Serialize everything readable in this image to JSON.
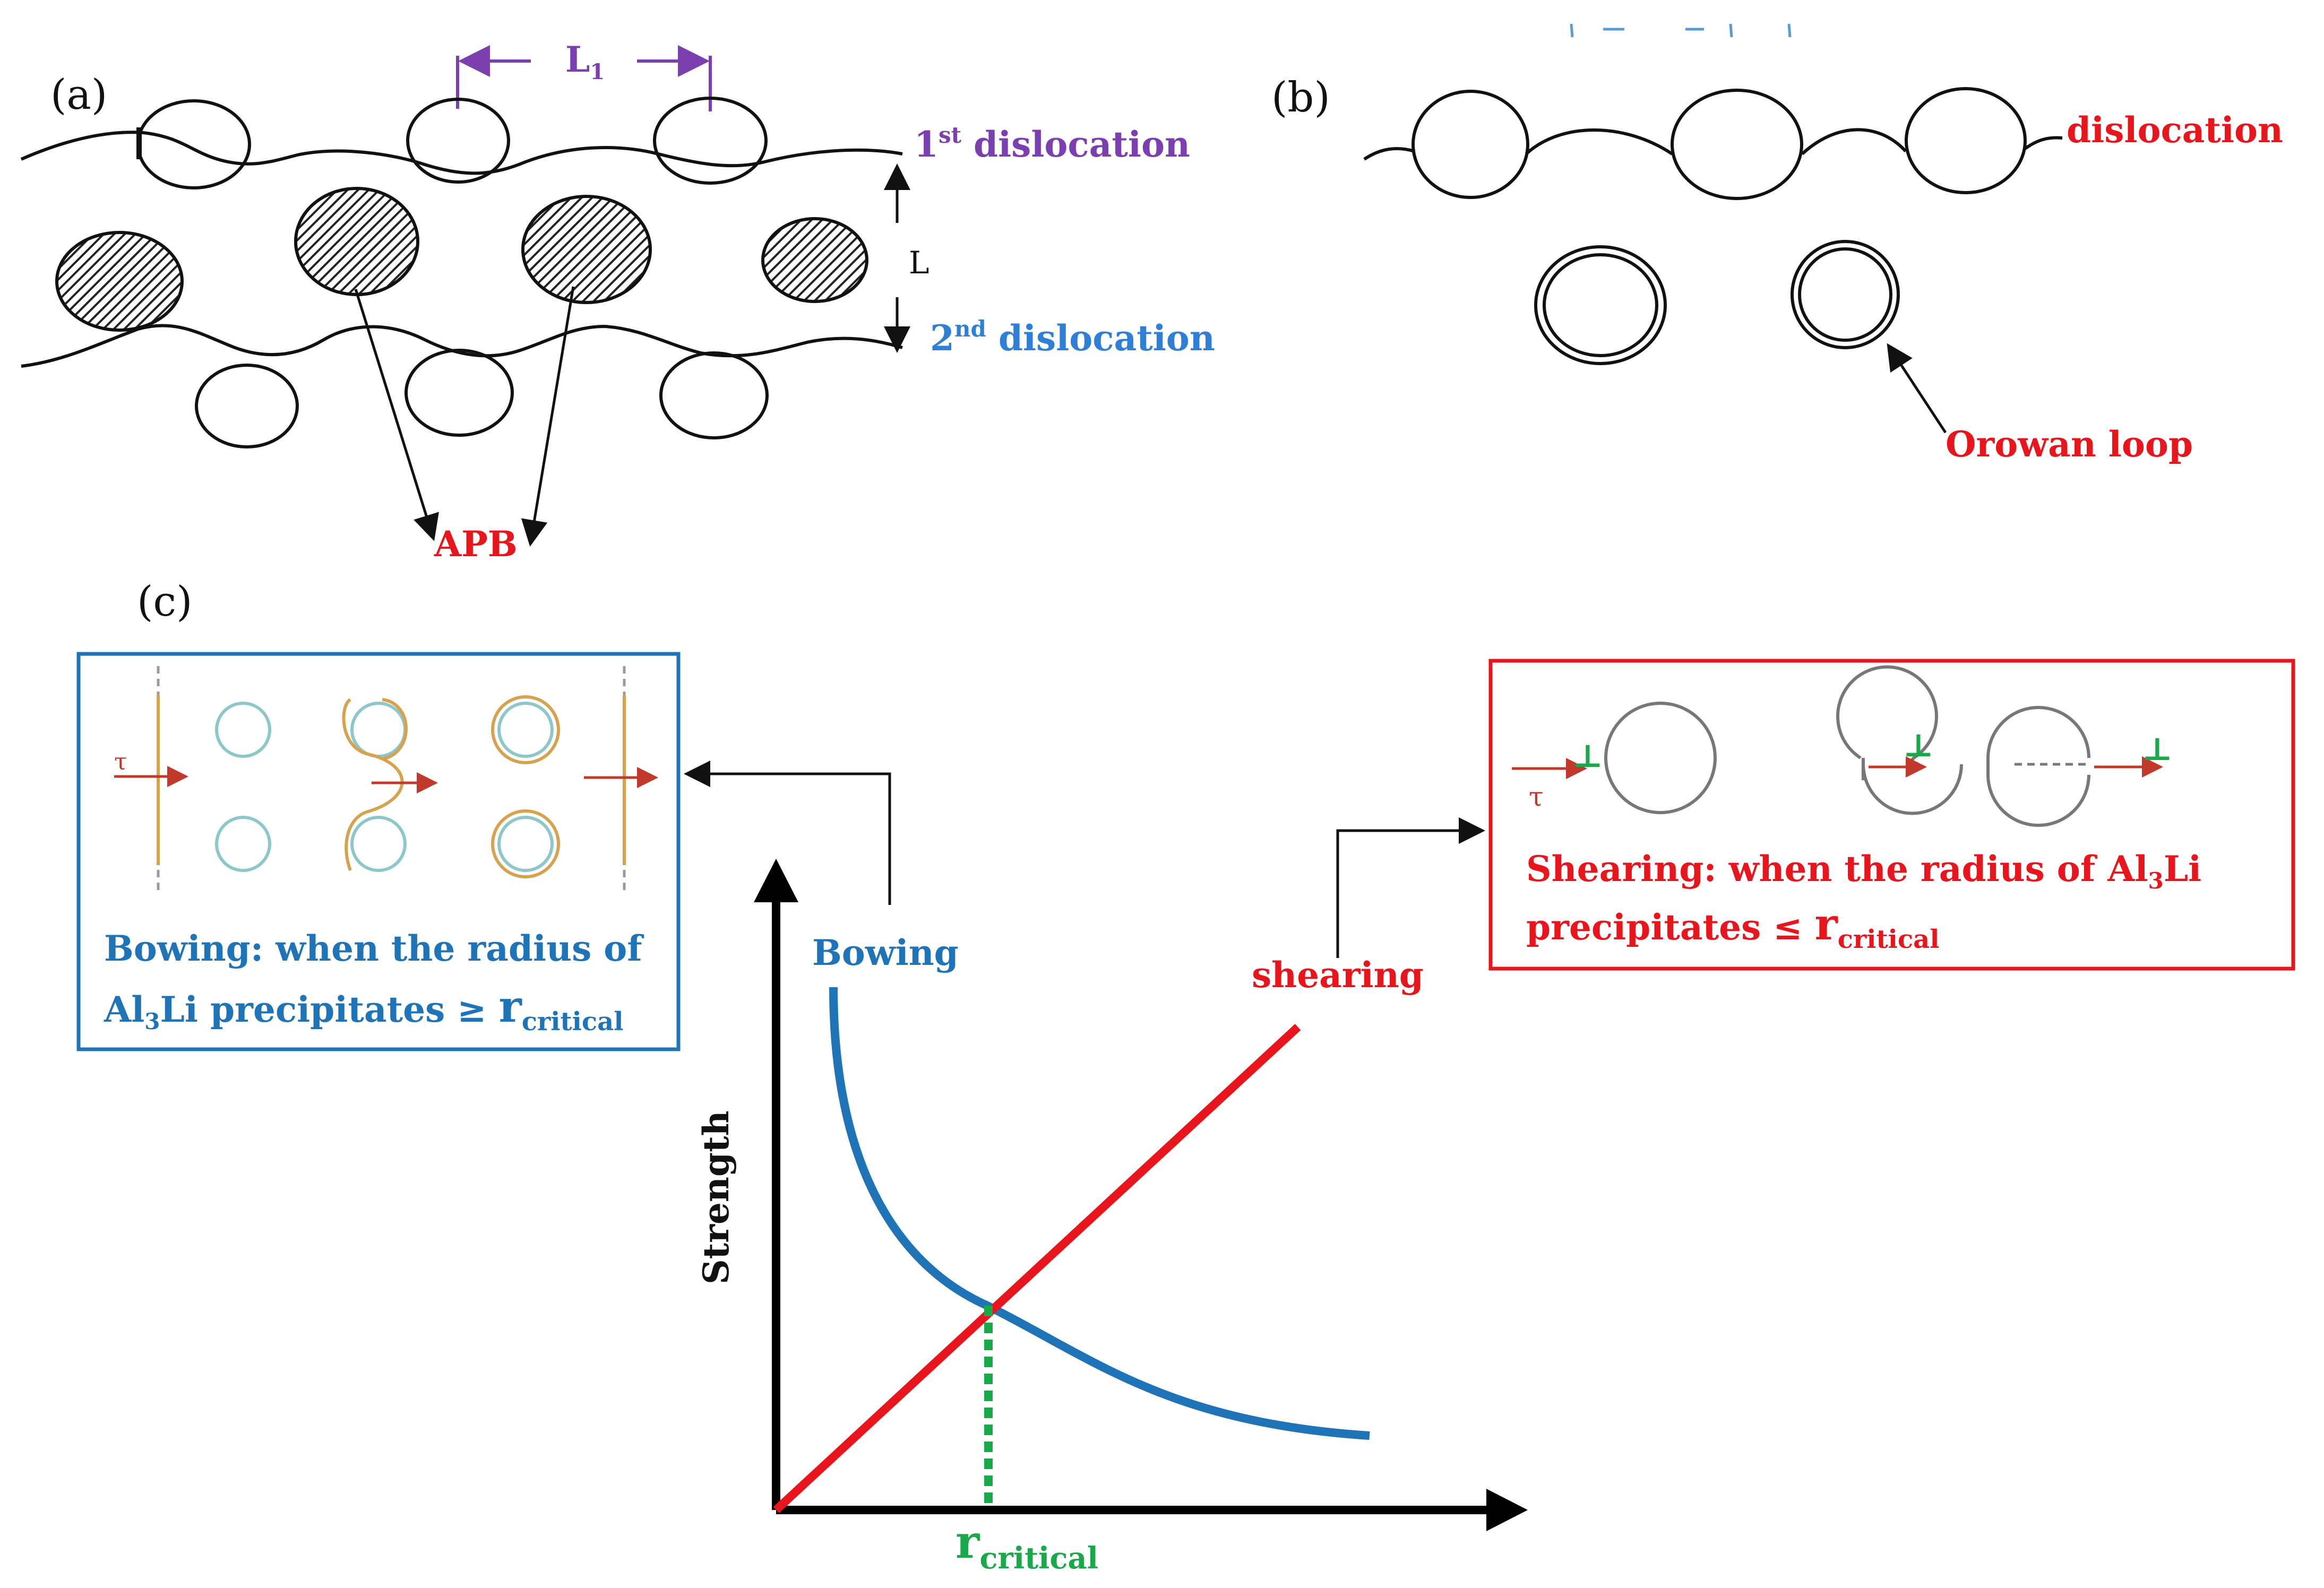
{
  "panels": {
    "a": {
      "tag": "(a)",
      "spacing_label": "L",
      "spacing_label_sub": "1",
      "gap_label": "L",
      "first_dislocation": {
        "ordinal": "1",
        "suffix": "st",
        "text": " dislocation"
      },
      "second_dislocation": {
        "ordinal": "2",
        "suffix": "nd",
        "text": " dislocation"
      },
      "apb_label": "APB"
    },
    "b": {
      "tag": "(b)",
      "dislocation_label": "dislocation",
      "orowan_label": "Orowan loop"
    },
    "c": {
      "tag": "(c)",
      "bowing_box": {
        "line1": "Bowing: when the  radius of",
        "line2_pre": "Al",
        "line2_sub": "3",
        "line2_mid": "Li precipitates ≥ ",
        "line2_r": "r",
        "line2_rsub": "critical",
        "tau": "τ"
      },
      "shearing_box": {
        "line1_pre": "Shearing: when the  radius of Al",
        "line1_sub": "3",
        "line1_post": "Li",
        "line2_pre": "precipitates ≤ ",
        "line2_r": "r",
        "line2_rsub": "critical",
        "tau": "τ",
        "perp": "⊥"
      },
      "bowing_curve_label": "Bowing",
      "shearing_curve_label": "shearing",
      "y_axis_label": "Strength",
      "x_marker": {
        "r": "r",
        "sub": "critical"
      }
    }
  },
  "colors": {
    "bowing_blue": "#1f74b8",
    "shearing_red": "#e8151c",
    "critical_green": "#1aa84a",
    "purple": "#7b3fb0",
    "label_blue": "#2f7fd6",
    "outline_black": "#111111",
    "precip_ring_teal": "#8ec7c9",
    "loop_orange": "#d7a24e"
  }
}
